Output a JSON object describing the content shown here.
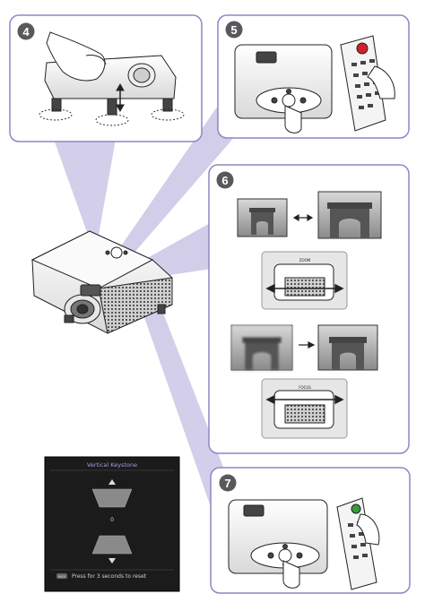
{
  "steps": [
    {
      "number": "4"
    },
    {
      "number": "5"
    },
    {
      "number": "6"
    },
    {
      "number": "7"
    }
  ],
  "osd": {
    "title": "Vertical Keystone",
    "value": "0",
    "button_label": "BACK",
    "footer_text": "Press for 3 seconds to reset"
  },
  "zoom_ring_label": "ZOOM",
  "focus_ring_label": "FOCUS",
  "colors": {
    "beam": "#cbc5e6",
    "panel_border": "#8f86c4",
    "step_badge": "#58595b",
    "osd_background": "#1b1b1b",
    "osd_title": "#a99be0"
  }
}
